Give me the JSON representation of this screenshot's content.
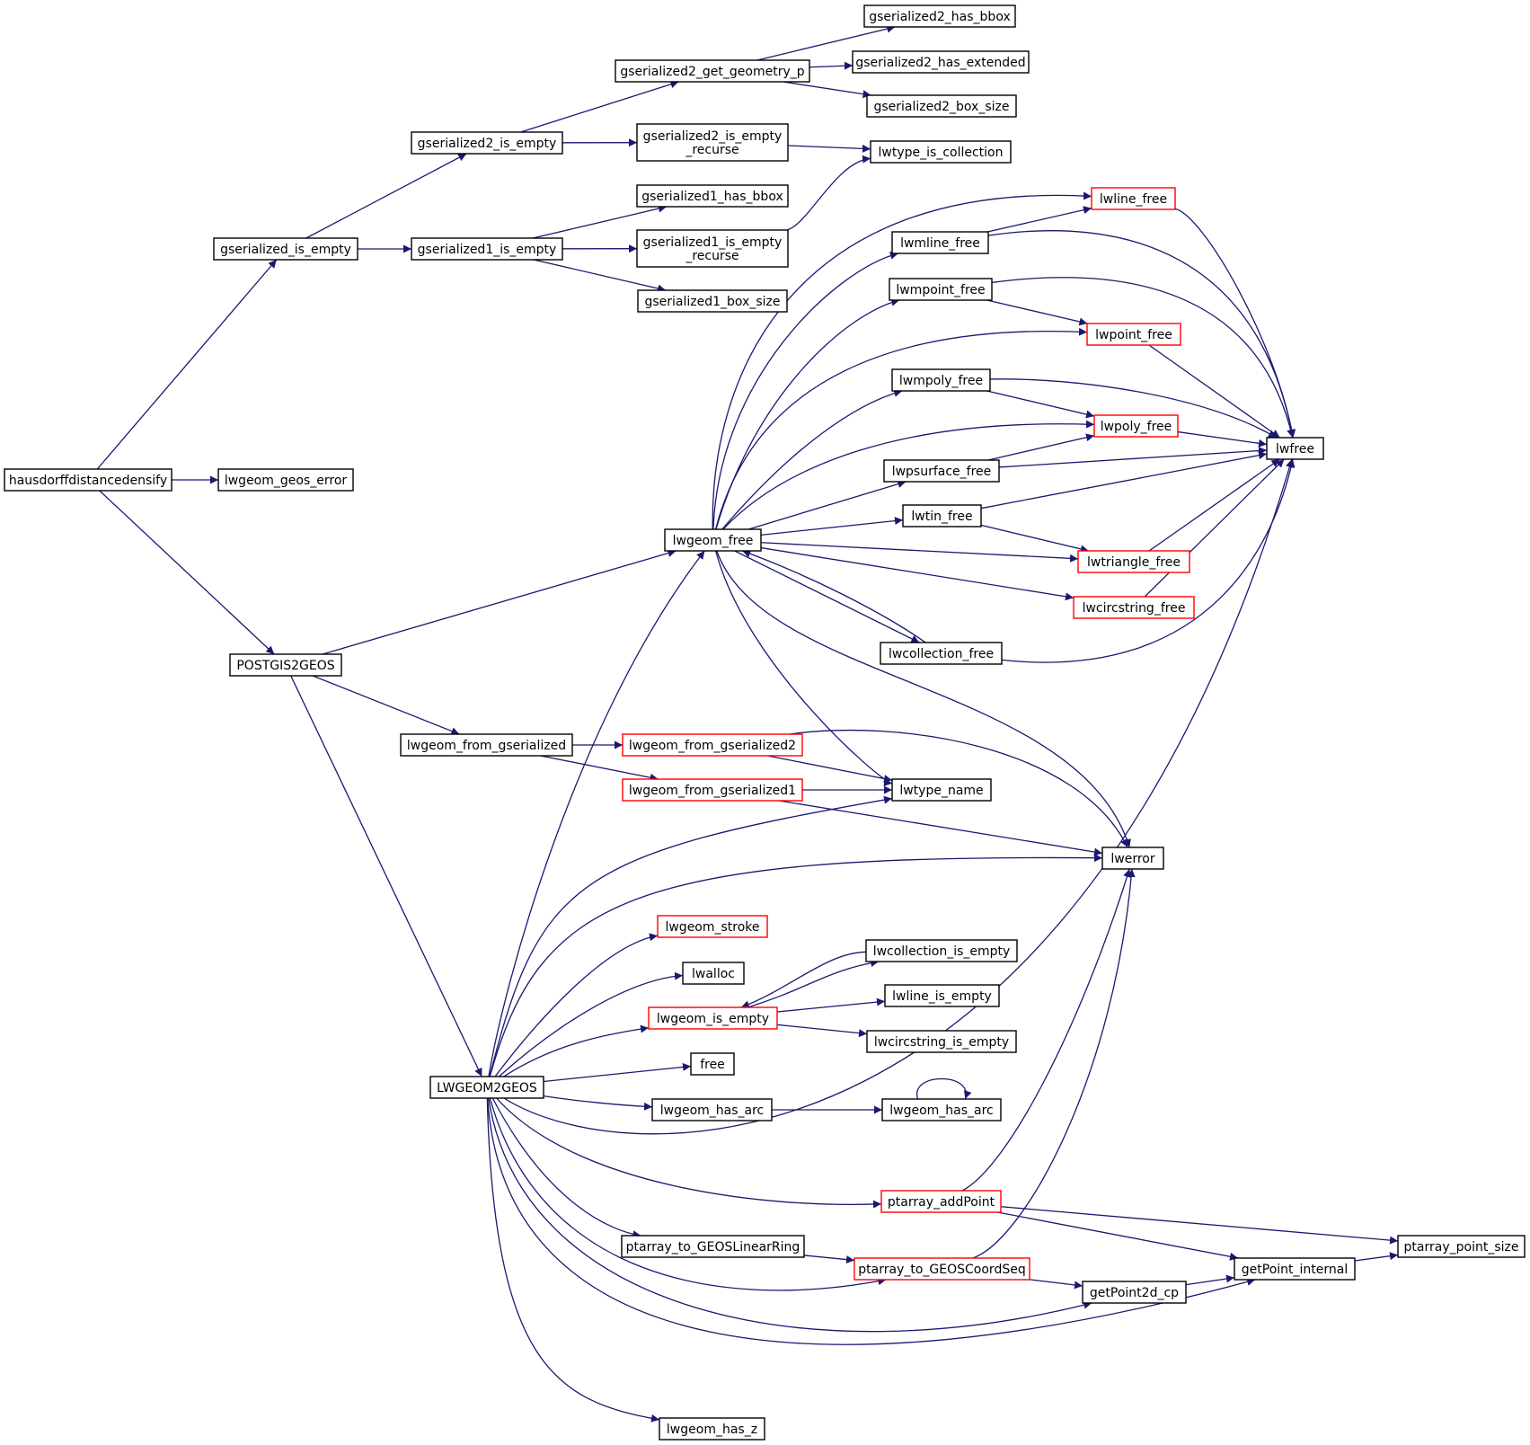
{
  "colors": {
    "edge": "#191970",
    "border_normal": "#000000",
    "border_truncated": "#ff0000",
    "root_fill": "#bfbfbf",
    "node_fill": "#ffffff"
  },
  "nodes": [
    {
      "id": "hausdorff",
      "label": [
        "hausdorffdistancedensify"
      ],
      "style": "root"
    },
    {
      "id": "gs_is_empty",
      "label": [
        "gserialized_is_empty"
      ],
      "style": "normal"
    },
    {
      "id": "lwgeom_geos_error",
      "label": [
        "lwgeom_geos_error"
      ],
      "style": "normal"
    },
    {
      "id": "postgis2geos",
      "label": [
        "POSTGIS2GEOS"
      ],
      "style": "normal"
    },
    {
      "id": "gs2_is_empty",
      "label": [
        "gserialized2_is_empty"
      ],
      "style": "normal"
    },
    {
      "id": "gs1_is_empty",
      "label": [
        "gserialized1_is_empty"
      ],
      "style": "normal"
    },
    {
      "id": "gs2_get_geometry_p",
      "label": [
        "gserialized2_get_geometry_p"
      ],
      "style": "normal"
    },
    {
      "id": "gs2_has_bbox",
      "label": [
        "gserialized2_has_bbox"
      ],
      "style": "normal"
    },
    {
      "id": "gs2_has_extended",
      "label": [
        "gserialized2_has_extended"
      ],
      "style": "normal"
    },
    {
      "id": "gs2_box_size",
      "label": [
        "gserialized2_box_size"
      ],
      "style": "normal"
    },
    {
      "id": "gs2_is_empty_recurse",
      "label": [
        "gserialized2_is_empty",
        "_recurse"
      ],
      "style": "normal"
    },
    {
      "id": "lwtype_is_collection",
      "label": [
        "lwtype_is_collection"
      ],
      "style": "normal"
    },
    {
      "id": "gs1_has_bbox",
      "label": [
        "gserialized1_has_bbox"
      ],
      "style": "normal"
    },
    {
      "id": "gs1_is_empty_recurse",
      "label": [
        "gserialized1_is_empty",
        "_recurse"
      ],
      "style": "normal"
    },
    {
      "id": "gs1_box_size",
      "label": [
        "gserialized1_box_size"
      ],
      "style": "normal"
    },
    {
      "id": "lwgeom_free",
      "label": [
        "lwgeom_free"
      ],
      "style": "normal"
    },
    {
      "id": "lwline_free",
      "label": [
        "lwline_free"
      ],
      "style": "truncated"
    },
    {
      "id": "lwmline_free",
      "label": [
        "lwmline_free"
      ],
      "style": "normal"
    },
    {
      "id": "lwmpoint_free",
      "label": [
        "lwmpoint_free"
      ],
      "style": "normal"
    },
    {
      "id": "lwpoint_free",
      "label": [
        "lwpoint_free"
      ],
      "style": "truncated"
    },
    {
      "id": "lwmpoly_free",
      "label": [
        "lwmpoly_free"
      ],
      "style": "normal"
    },
    {
      "id": "lwpoly_free",
      "label": [
        "lwpoly_free"
      ],
      "style": "truncated"
    },
    {
      "id": "lwpsurface_free",
      "label": [
        "lwpsurface_free"
      ],
      "style": "normal"
    },
    {
      "id": "lwfree",
      "label": [
        "lwfree"
      ],
      "style": "normal"
    },
    {
      "id": "lwtin_free",
      "label": [
        "lwtin_free"
      ],
      "style": "normal"
    },
    {
      "id": "lwtriangle_free",
      "label": [
        "lwtriangle_free"
      ],
      "style": "truncated"
    },
    {
      "id": "lwcircstring_free",
      "label": [
        "lwcircstring_free"
      ],
      "style": "truncated"
    },
    {
      "id": "lwcollection_free",
      "label": [
        "lwcollection_free"
      ],
      "style": "normal"
    },
    {
      "id": "lwgeom_from_gserialized",
      "label": [
        "lwgeom_from_gserialized"
      ],
      "style": "normal"
    },
    {
      "id": "lwgeom_from_gserialized2",
      "label": [
        "lwgeom_from_gserialized2"
      ],
      "style": "truncated"
    },
    {
      "id": "lwgeom_from_gserialized1",
      "label": [
        "lwgeom_from_gserialized1"
      ],
      "style": "truncated"
    },
    {
      "id": "lwtype_name",
      "label": [
        "lwtype_name"
      ],
      "style": "normal"
    },
    {
      "id": "lwerror",
      "label": [
        "lwerror"
      ],
      "style": "normal"
    },
    {
      "id": "lwgeom_stroke",
      "label": [
        "lwgeom_stroke"
      ],
      "style": "truncated"
    },
    {
      "id": "lwalloc",
      "label": [
        "lwalloc"
      ],
      "style": "normal"
    },
    {
      "id": "lwcollection_is_empty",
      "label": [
        "lwcollection_is_empty"
      ],
      "style": "normal"
    },
    {
      "id": "lwgeom_is_empty",
      "label": [
        "lwgeom_is_empty"
      ],
      "style": "truncated"
    },
    {
      "id": "lwline_is_empty",
      "label": [
        "lwline_is_empty"
      ],
      "style": "normal"
    },
    {
      "id": "lwcircstring_is_empty",
      "label": [
        "lwcircstring_is_empty"
      ],
      "style": "normal"
    },
    {
      "id": "free",
      "label": [
        "free"
      ],
      "style": "normal"
    },
    {
      "id": "lwgeom2geos",
      "label": [
        "LWGEOM2GEOS"
      ],
      "style": "normal"
    },
    {
      "id": "lwgeom_has_arc_1",
      "label": [
        "lwgeom_has_arc"
      ],
      "style": "normal"
    },
    {
      "id": "lwgeom_has_arc_2",
      "label": [
        "lwgeom_has_arc"
      ],
      "style": "normal"
    },
    {
      "id": "ptarray_addPoint",
      "label": [
        "ptarray_addPoint"
      ],
      "style": "truncated"
    },
    {
      "id": "ptarray_point_size",
      "label": [
        "ptarray_point_size"
      ],
      "style": "normal"
    },
    {
      "id": "ptarray_to_GEOSLinearRing",
      "label": [
        "ptarray_to_GEOSLinearRing"
      ],
      "style": "normal"
    },
    {
      "id": "ptarray_to_GEOSCoordSeq",
      "label": [
        "ptarray_to_GEOSCoordSeq"
      ],
      "style": "truncated"
    },
    {
      "id": "getPoint_internal",
      "label": [
        "getPoint_internal"
      ],
      "style": "normal"
    },
    {
      "id": "getPoint2d_cp",
      "label": [
        "getPoint2d_cp"
      ],
      "style": "normal"
    },
    {
      "id": "lwgeom_has_z",
      "label": [
        "lwgeom_has_z"
      ],
      "style": "normal"
    }
  ],
  "edges": [
    {
      "from": "hausdorff",
      "to": "gs_is_empty"
    },
    {
      "from": "hausdorff",
      "to": "lwgeom_geos_error"
    },
    {
      "from": "hausdorff",
      "to": "postgis2geos"
    },
    {
      "from": "gs_is_empty",
      "to": "gs2_is_empty"
    },
    {
      "from": "gs_is_empty",
      "to": "gs1_is_empty"
    },
    {
      "from": "gs2_is_empty",
      "to": "gs2_get_geometry_p"
    },
    {
      "from": "gs2_is_empty",
      "to": "gs2_is_empty_recurse"
    },
    {
      "from": "gs2_get_geometry_p",
      "to": "gs2_has_bbox"
    },
    {
      "from": "gs2_get_geometry_p",
      "to": "gs2_has_extended"
    },
    {
      "from": "gs2_get_geometry_p",
      "to": "gs2_box_size"
    },
    {
      "from": "gs2_is_empty_recurse",
      "to": "lwtype_is_collection"
    },
    {
      "from": "gs1_is_empty",
      "to": "gs1_has_bbox"
    },
    {
      "from": "gs1_is_empty",
      "to": "gs1_is_empty_recurse"
    },
    {
      "from": "gs1_is_empty",
      "to": "gs1_box_size"
    },
    {
      "from": "gs1_is_empty_recurse",
      "to": "lwtype_is_collection"
    },
    {
      "from": "postgis2geos",
      "to": "lwgeom_free"
    },
    {
      "from": "postgis2geos",
      "to": "lwgeom_from_gserialized"
    },
    {
      "from": "postgis2geos",
      "to": "lwgeom2geos"
    },
    {
      "from": "lwgeom_free",
      "to": "lwline_free"
    },
    {
      "from": "lwgeom_free",
      "to": "lwmline_free"
    },
    {
      "from": "lwgeom_free",
      "to": "lwmpoint_free"
    },
    {
      "from": "lwgeom_free",
      "to": "lwpoint_free"
    },
    {
      "from": "lwgeom_free",
      "to": "lwmpoly_free"
    },
    {
      "from": "lwgeom_free",
      "to": "lwpoly_free"
    },
    {
      "from": "lwgeom_free",
      "to": "lwpsurface_free"
    },
    {
      "from": "lwgeom_free",
      "to": "lwtin_free"
    },
    {
      "from": "lwgeom_free",
      "to": "lwtriangle_free"
    },
    {
      "from": "lwgeom_free",
      "to": "lwcircstring_free"
    },
    {
      "from": "lwgeom_free",
      "to": "lwcollection_free"
    },
    {
      "from": "lwgeom_free",
      "to": "lwtype_name"
    },
    {
      "from": "lwgeom_free",
      "to": "lwerror"
    },
    {
      "from": "lwmline_free",
      "to": "lwline_free"
    },
    {
      "from": "lwmline_free",
      "to": "lwfree"
    },
    {
      "from": "lwline_free",
      "to": "lwfree"
    },
    {
      "from": "lwmpoint_free",
      "to": "lwpoint_free"
    },
    {
      "from": "lwmpoint_free",
      "to": "lwfree"
    },
    {
      "from": "lwpoint_free",
      "to": "lwfree"
    },
    {
      "from": "lwmpoly_free",
      "to": "lwpoly_free"
    },
    {
      "from": "lwmpoly_free",
      "to": "lwfree"
    },
    {
      "from": "lwpoly_free",
      "to": "lwfree"
    },
    {
      "from": "lwpsurface_free",
      "to": "lwpoly_free"
    },
    {
      "from": "lwpsurface_free",
      "to": "lwfree"
    },
    {
      "from": "lwtin_free",
      "to": "lwtriangle_free"
    },
    {
      "from": "lwtin_free",
      "to": "lwfree"
    },
    {
      "from": "lwtriangle_free",
      "to": "lwfree"
    },
    {
      "from": "lwcircstring_free",
      "to": "lwfree"
    },
    {
      "from": "lwcollection_free",
      "to": "lwgeom_free"
    },
    {
      "from": "lwcollection_free",
      "to": "lwfree"
    },
    {
      "from": "lwgeom_from_gserialized",
      "to": "lwgeom_from_gserialized2"
    },
    {
      "from": "lwgeom_from_gserialized",
      "to": "lwgeom_from_gserialized1"
    },
    {
      "from": "lwgeom_from_gserialized2",
      "to": "lwtype_name"
    },
    {
      "from": "lwgeom_from_gserialized2",
      "to": "lwerror"
    },
    {
      "from": "lwgeom_from_gserialized1",
      "to": "lwtype_name"
    },
    {
      "from": "lwgeom_from_gserialized1",
      "to": "lwerror"
    },
    {
      "from": "lwgeom2geos",
      "to": "lwgeom_free"
    },
    {
      "from": "lwgeom2geos",
      "to": "lwtype_name"
    },
    {
      "from": "lwgeom2geos",
      "to": "lwerror"
    },
    {
      "from": "lwgeom2geos",
      "to": "lwgeom_stroke"
    },
    {
      "from": "lwgeom2geos",
      "to": "lwalloc"
    },
    {
      "from": "lwgeom2geos",
      "to": "lwgeom_is_empty"
    },
    {
      "from": "lwgeom2geos",
      "to": "free"
    },
    {
      "from": "lwgeom2geos",
      "to": "lwgeom_has_arc_1"
    },
    {
      "from": "lwgeom2geos",
      "to": "lwfree"
    },
    {
      "from": "lwgeom2geos",
      "to": "ptarray_addPoint"
    },
    {
      "from": "lwgeom2geos",
      "to": "ptarray_to_GEOSLinearRing"
    },
    {
      "from": "lwgeom2geos",
      "to": "ptarray_to_GEOSCoordSeq"
    },
    {
      "from": "lwgeom2geos",
      "to": "getPoint2d_cp"
    },
    {
      "from": "lwgeom2geos",
      "to": "getPoint_internal"
    },
    {
      "from": "lwgeom2geos",
      "to": "lwgeom_has_z"
    },
    {
      "from": "lwgeom_is_empty",
      "to": "lwcollection_is_empty"
    },
    {
      "from": "lwgeom_is_empty",
      "to": "lwline_is_empty"
    },
    {
      "from": "lwgeom_is_empty",
      "to": "lwcircstring_is_empty"
    },
    {
      "from": "lwcollection_is_empty",
      "to": "lwgeom_is_empty"
    },
    {
      "from": "lwgeom_has_arc_1",
      "to": "lwgeom_has_arc_2"
    },
    {
      "from": "lwgeom_has_arc_2",
      "to": "lwgeom_has_arc_2"
    },
    {
      "from": "ptarray_addPoint",
      "to": "lwerror"
    },
    {
      "from": "ptarray_addPoint",
      "to": "ptarray_point_size"
    },
    {
      "from": "ptarray_addPoint",
      "to": "getPoint_internal"
    },
    {
      "from": "ptarray_to_GEOSLinearRing",
      "to": "ptarray_to_GEOSCoordSeq"
    },
    {
      "from": "ptarray_to_GEOSCoordSeq",
      "to": "lwerror"
    },
    {
      "from": "ptarray_to_GEOSCoordSeq",
      "to": "getPoint2d_cp"
    },
    {
      "from": "getPoint2d_cp",
      "to": "getPoint_internal"
    },
    {
      "from": "getPoint_internal",
      "to": "ptarray_point_size"
    }
  ]
}
